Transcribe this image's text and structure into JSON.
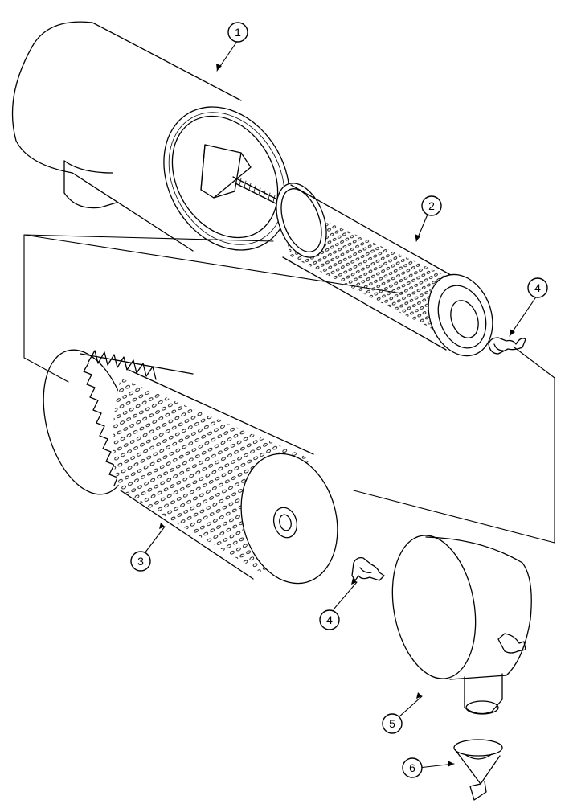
{
  "diagram": {
    "line_color": "#000000",
    "background": "#ffffff",
    "callouts": [
      {
        "id": "callout-1",
        "label": "1",
        "target": "housing"
      },
      {
        "id": "callout-2",
        "label": "2",
        "target": "inner-filter"
      },
      {
        "id": "callout-3",
        "label": "3",
        "target": "outer-filter"
      },
      {
        "id": "callout-4a",
        "label": "4",
        "target": "wing-nut-inner"
      },
      {
        "id": "callout-4b",
        "label": "4",
        "target": "wing-nut-cover"
      },
      {
        "id": "callout-5",
        "label": "5",
        "target": "end-cover"
      },
      {
        "id": "callout-6",
        "label": "6",
        "target": "dust-valve"
      }
    ]
  }
}
